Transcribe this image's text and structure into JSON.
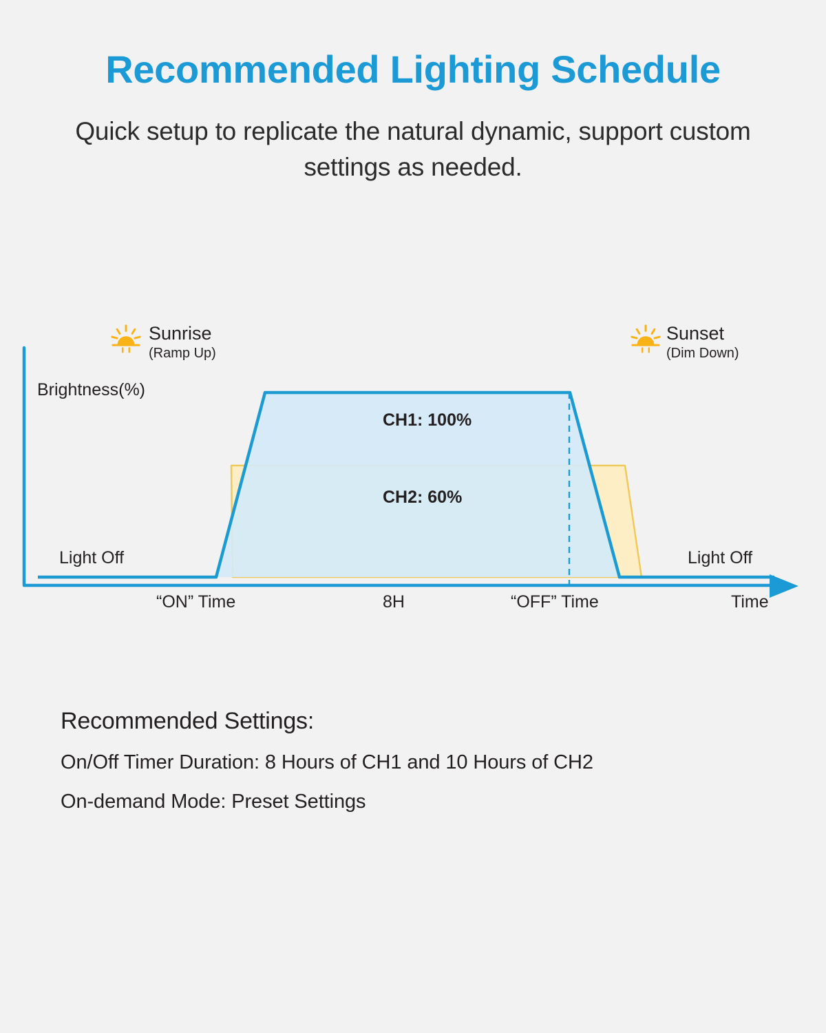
{
  "header": {
    "title": "Recommended Lighting Schedule",
    "subtitle": "Quick setup to replicate the natural dynamic, support custom settings as needed."
  },
  "chart_data": {
    "type": "area",
    "title": "Recommended Lighting Schedule",
    "ylabel": "Brightness(%)",
    "xlabel": "Time",
    "grid": false,
    "legend": "inline-annotations",
    "xlim": [
      0,
      100
    ],
    "ylim": [
      0,
      100
    ],
    "x_tick_labels": [
      "“ON” Time",
      "8H",
      "“OFF” Time",
      "Time"
    ],
    "annotations": {
      "left_off": "Light Off",
      "right_off": "Light Off",
      "sunrise_title": "Sunrise",
      "sunrise_sub": "(Ramp Up)",
      "sunset_title": "Sunset",
      "sunset_sub": "(Dim Down)",
      "dashed_marker": "“OFF” Time"
    },
    "series": [
      {
        "name": "CH1",
        "label": "CH1: 100%",
        "peak_value": 100,
        "fill": "#d4eaf7",
        "stroke": "#1d9bd1",
        "points": [
          {
            "x": 0,
            "y": 0
          },
          {
            "x": 24,
            "y": 0
          },
          {
            "x": 30.6,
            "y": 100
          },
          {
            "x": 71.6,
            "y": 100
          },
          {
            "x": 78.2,
            "y": 0
          },
          {
            "x": 100,
            "y": 0
          }
        ]
      },
      {
        "name": "CH2",
        "label": "CH2: 60%",
        "peak_value": 60,
        "fill": "#fdeec5",
        "stroke": "#f0c95c",
        "points": [
          {
            "x": 25.5,
            "y": 0
          },
          {
            "x": 27.6,
            "y": 60
          },
          {
            "x": 78.8,
            "y": 60
          },
          {
            "x": 81.0,
            "y": 0
          }
        ]
      }
    ]
  },
  "settings": {
    "heading": "Recommended Settings:",
    "lines": [
      "On/Off Timer Duration: 8 Hours of CH1 and 10 Hours of CH2",
      "On-demand Mode: Preset Settings"
    ]
  },
  "colors": {
    "accent": "#1b9ad6",
    "line": "#1d9bd1",
    "ch1_fill": "#d4eaf7",
    "ch2_fill": "#fdeec5",
    "ch2_stroke": "#f0c95c",
    "sun": "#f9b317",
    "background": "#f2f2f2",
    "text": "#231f20"
  }
}
